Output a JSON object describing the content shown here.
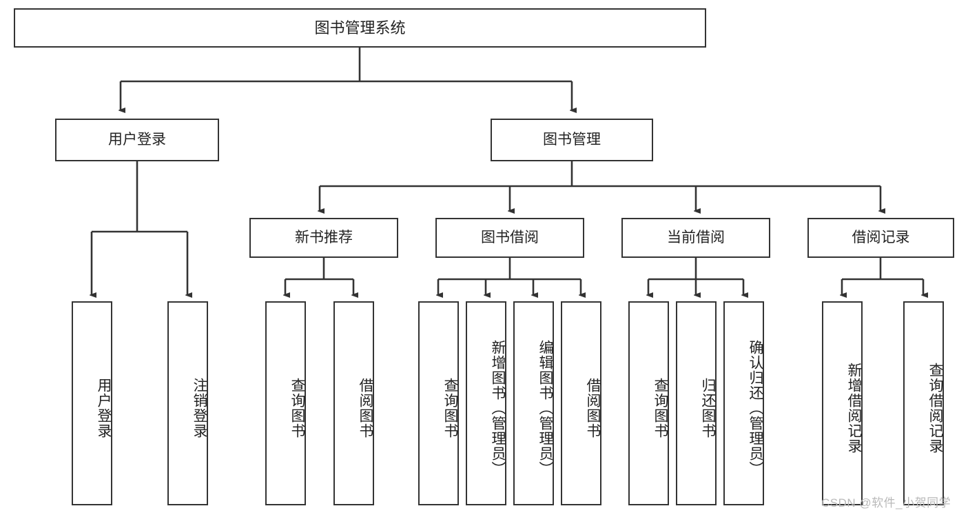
{
  "diagram": {
    "title": "图书管理系统",
    "type": "hierarchy-tree",
    "root": {
      "label": "图书管理系统"
    },
    "level2": [
      {
        "label": "用户登录"
      },
      {
        "label": "图书管理"
      }
    ],
    "level3": [
      {
        "label": "新书推荐"
      },
      {
        "label": "图书借阅"
      },
      {
        "label": "当前借阅"
      },
      {
        "label": "借阅记录"
      }
    ],
    "leaves": {
      "user_login": [
        {
          "label": "用户登录"
        },
        {
          "label": "注销登录"
        }
      ],
      "new_book_recommend": [
        {
          "label": "查询图书"
        },
        {
          "label": "借阅图书"
        }
      ],
      "book_borrow": [
        {
          "label": "查询图书"
        },
        {
          "label": "新增图书（管理员）"
        },
        {
          "label": "编辑图书（管理员）"
        },
        {
          "label": "借阅图书"
        }
      ],
      "current_borrow": [
        {
          "label": "查询图书"
        },
        {
          "label": "归还图书"
        },
        {
          "label": "确认归还（管理员）"
        }
      ],
      "borrow_record": [
        {
          "label": "新增借阅记录"
        },
        {
          "label": "查询借阅记录"
        }
      ]
    }
  },
  "watermark": {
    "text": "CSDN @软件_小贺同学"
  },
  "colors": {
    "stroke": "#333333",
    "box_fill": "#ffffff",
    "text": "#222222",
    "watermark": "#b9b9b9"
  }
}
